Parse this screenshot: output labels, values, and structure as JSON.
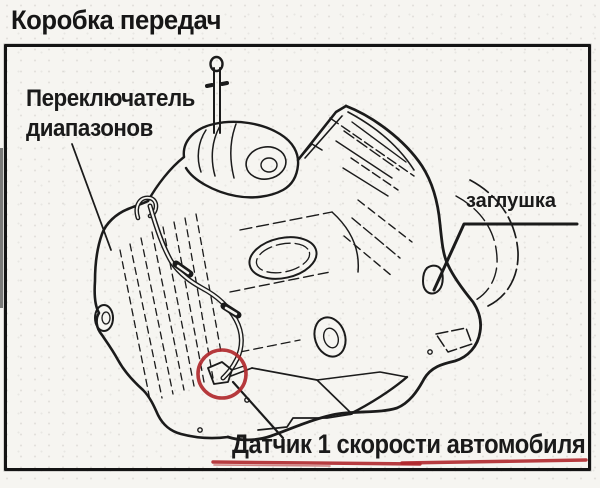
{
  "title": "Коробка передач",
  "labels": {
    "range_switch": "Переключатель диапазонов",
    "plug": "заглушка",
    "speed_sensor": "Датчик 1 скорости автомобиля"
  },
  "colors": {
    "highlight_red": "#b0282c",
    "ink": "#1a1a1a",
    "paper": "#f6f5f1"
  }
}
